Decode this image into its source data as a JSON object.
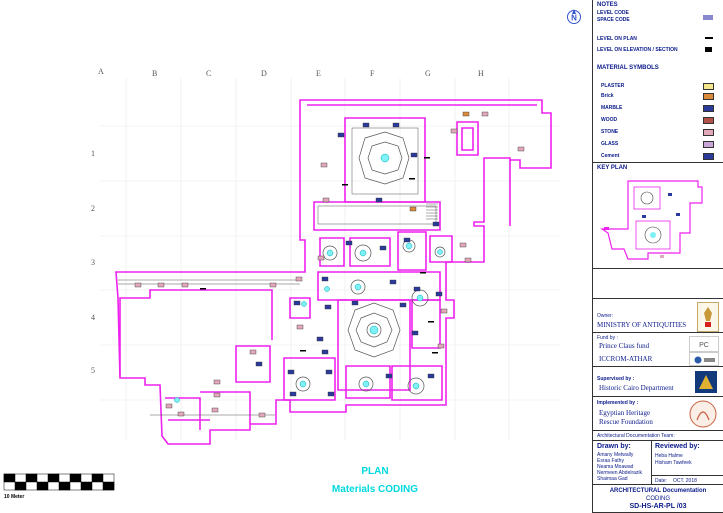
{
  "grid": {
    "columns": [
      "A",
      "B",
      "C",
      "D",
      "E",
      "F",
      "G",
      "H"
    ],
    "rows": [
      "1",
      "2",
      "3",
      "4",
      "5"
    ]
  },
  "plan_title": "PLAN",
  "plan_subtitle": "Materials CODING",
  "scale_label": "10 Meter",
  "north_icon": "north-arrow-icon",
  "notes": {
    "title": "NOTES",
    "level_code": "LEVEL CODE",
    "space_code": "SPACE CODE",
    "level_on_plan": "LEVEL ON PLAN",
    "level_on_elevation": "LEVEL ON ELEVATION / SECTION"
  },
  "materials": {
    "title": "MATERIAL SYMBOLS",
    "items": [
      {
        "label": "PLASTER",
        "color": "#f3e58a"
      },
      {
        "label": "Brick",
        "color": "#d98a3a"
      },
      {
        "label": "MARBLE",
        "color": "#2a3a9a"
      },
      {
        "label": "WOOD",
        "color": "#b0524a"
      },
      {
        "label": "STONE",
        "color": "#e0a8b8"
      },
      {
        "label": "GLASS",
        "color": "#c9a6d8"
      },
      {
        "label": "Cement",
        "color": "#2a3a9a"
      }
    ]
  },
  "key_plan": {
    "title": "KEY PLAN"
  },
  "owner": {
    "label": "Owner:",
    "name": "MINISTRY OF ANTIQUITIES"
  },
  "fund": {
    "label": "Fund by :",
    "name": "Prince Claus fund",
    "partner": "ICCROM-ATHAR"
  },
  "supervised": {
    "label": "Supervised by :",
    "name": "Historic Cairo Department"
  },
  "implemented": {
    "label": "Implemented by :",
    "name_line1": "Egyptian Heritage",
    "name_line2": "Rescue Foundation"
  },
  "team_label": "Architectural Documentation Team:",
  "drawn": {
    "label": "Drawn by:",
    "names": [
      "Amany Metwally",
      "Esraa Fathy",
      "Neama Moawad",
      "Nermeen Abdelrazik",
      "Shaimaa Gad"
    ]
  },
  "reviewed": {
    "label": "Reviewed by:",
    "names": [
      "Heba Halme",
      "Hisham Tawfeek"
    ],
    "date_label": "Date:",
    "date": "OCT. 2018"
  },
  "sheet": {
    "title": "ARCHITECTURAL Documentation",
    "subtitle": "CODING",
    "code": "SD-HS-AR-PL /03"
  },
  "colors": {
    "walls": "#ee22ee",
    "accent": "#00d8e0",
    "navy": "#0a1a8a"
  }
}
